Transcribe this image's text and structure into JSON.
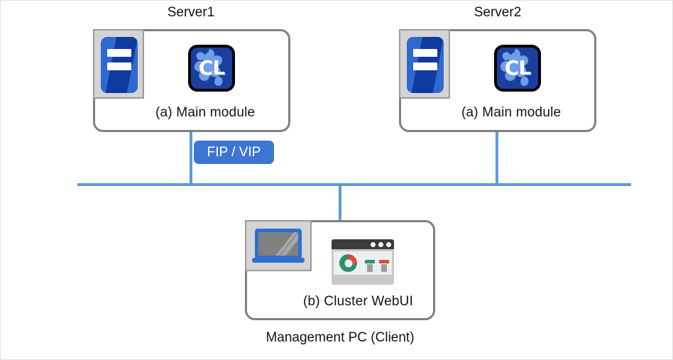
{
  "diagram": {
    "title_server1": "Server1",
    "title_server2": "Server2",
    "title_management_pc": "Management PC (Client)",
    "fip_vip_badge": "FIP / VIP",
    "colors": {
      "wire": "#5b9bd5",
      "box_border": "#808080",
      "badge_bg": "#3d76d0",
      "server_card": "#2f69cf",
      "server_card_shade": "#0f3aa0",
      "cl_icon_bg": "#1b3f9e",
      "cl_splash": "#6f9ee8",
      "page_border": "#e2e2e2"
    }
  },
  "nodes": [
    {
      "id": "server1",
      "title": "Server1",
      "module_label": "(a) Main module",
      "server_icon": "server-icon",
      "app_icon": "cl-app-icon",
      "app_icon_text": "CL"
    },
    {
      "id": "server2",
      "title": "Server2",
      "module_label": "(a) Main module",
      "server_icon": "server-icon",
      "app_icon": "cl-app-icon",
      "app_icon_text": "CL"
    },
    {
      "id": "management_pc",
      "title": "Management PC (Client)",
      "module_label": "(b) Cluster WebUI",
      "device_icon": "laptop-icon",
      "app_icon": "browser-webui-icon"
    }
  ],
  "network": {
    "bus_label": "",
    "fip_vip": "FIP / VIP"
  }
}
